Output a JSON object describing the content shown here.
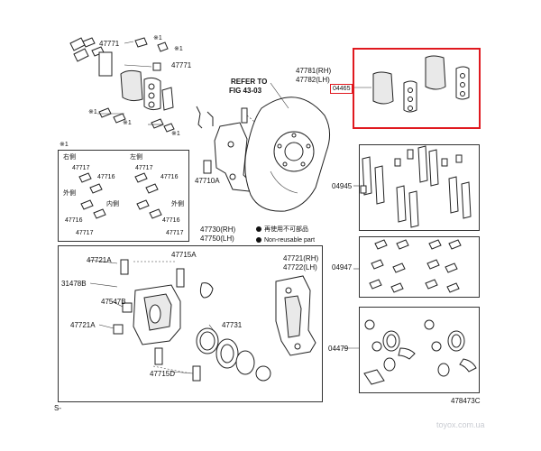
{
  "labels": {
    "clip_a": "47771",
    "clip_b": "47771",
    "mark_1a": "※1",
    "mark_1b": "※1",
    "mark_1c": "※1",
    "mark_1d": "※1",
    "mark_1e": "※1",
    "refer_line1": "REFER TO",
    "refer_line2": "FIG 43-03",
    "shield_rh": "47781(RH)",
    "shield_lh": "47782(LH)",
    "kit_top": "04465",
    "shims_kit": "04945",
    "clips_kit": "04947",
    "seal_kit": "04479",
    "mounting": "47710A",
    "caliper_rh": "47730(RH)",
    "caliper_lh": "47750(LH)",
    "bleeder_top": "47721A",
    "bushing": "47715A",
    "bolt": "31478B",
    "pin": "47547B",
    "bleeder_bottom": "47721A",
    "piston": "47731",
    "boot": "47715D",
    "bracket_rh": "47721(RH)",
    "bracket_lh": "47722(LH)",
    "figure_no": "478473C",
    "s_mark": "S-"
  },
  "inset": {
    "note": "※1",
    "header_right": "右側",
    "header_left": "左側",
    "parts": [
      "47717",
      "47716",
      "47717",
      "47716",
      "47716",
      "47717",
      "47716",
      "47717"
    ],
    "outer": "外側",
    "inner": "内側",
    "outer2": "外側"
  },
  "legend": {
    "jp": "再使用不可部品",
    "en": "Non-reusable part"
  },
  "watermark": "toyox.com.ua",
  "colors": {
    "highlight": "#e0191f",
    "line": "#222222"
  }
}
